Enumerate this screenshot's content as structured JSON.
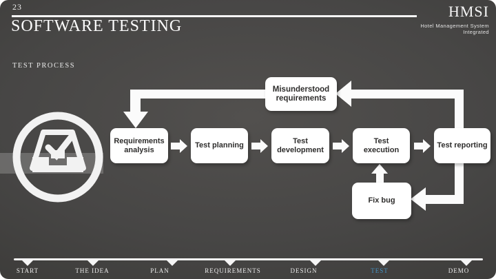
{
  "slide": {
    "number": "23",
    "title": "SOFTWARE TESTING",
    "section_heading": "TEST PROCESS"
  },
  "brand": {
    "name": "HMSI",
    "tagline_line1": "Hotel Management System",
    "tagline_line2": "Integrated"
  },
  "diagram": {
    "icon": "inbox-check-icon",
    "feedback_box": "Misunderstood requirements",
    "steps": [
      "Requirements analysis",
      "Test planning",
      "Test development",
      "Test execution",
      "Test reporting"
    ],
    "fix_box": "Fix bug"
  },
  "footer": {
    "items": [
      {
        "label": "START"
      },
      {
        "label": "THE IDEA"
      },
      {
        "label": "PLAN"
      },
      {
        "label": "REQUIREMENTS"
      },
      {
        "label": "DESIGN"
      },
      {
        "label": "TEST"
      },
      {
        "label": "DEMO"
      }
    ],
    "active_index": 5,
    "active_color": "#4596c8"
  },
  "colors": {
    "background": "#474645",
    "shape_white": "#fbfbfb",
    "box_text": "#2e2d2c",
    "accent_blue": "#4596c8"
  }
}
